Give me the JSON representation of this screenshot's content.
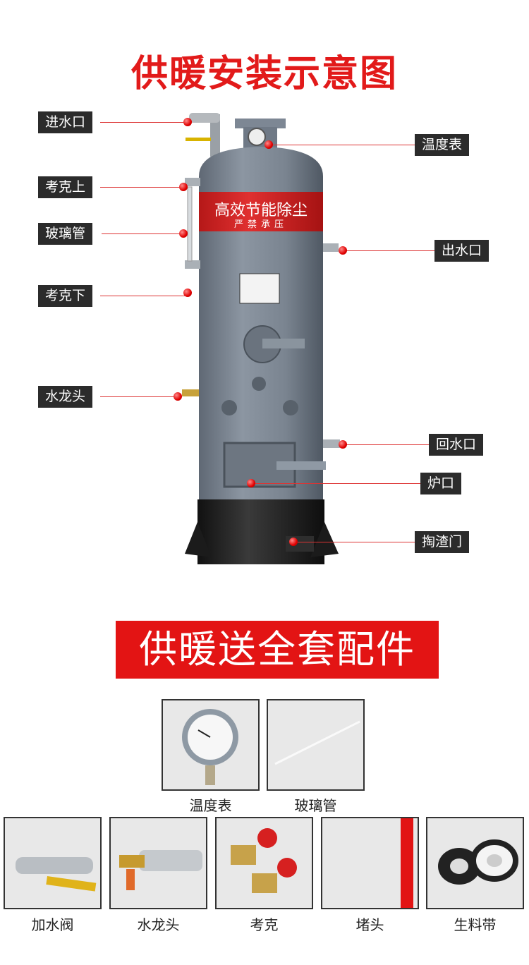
{
  "header": {
    "title": "供暖安装示意图"
  },
  "boiler": {
    "band_text_top": "高效节能除尘",
    "band_text_bottom": "严禁承压"
  },
  "labels": {
    "inlet": "进水口",
    "temp_gauge": "温度表",
    "cock_upper": "考克上",
    "glass_tube": "玻璃管",
    "outlet": "出水口",
    "cock_lower": "考克下",
    "faucet": "水龙头",
    "return": "回水口",
    "furnace_door": "炉口",
    "ash_door": "掏渣门"
  },
  "banner": {
    "text": "供暖送全套配件"
  },
  "accessories": {
    "row1": [
      "温度表",
      "玻璃管"
    ],
    "row2": [
      "加水阀",
      "水龙头",
      "考克",
      "堵头",
      "生料带"
    ]
  },
  "colors": {
    "accent_red": "#e21a1a",
    "label_bg": "#2b2b2b",
    "boiler_gray": "#7d8794"
  }
}
